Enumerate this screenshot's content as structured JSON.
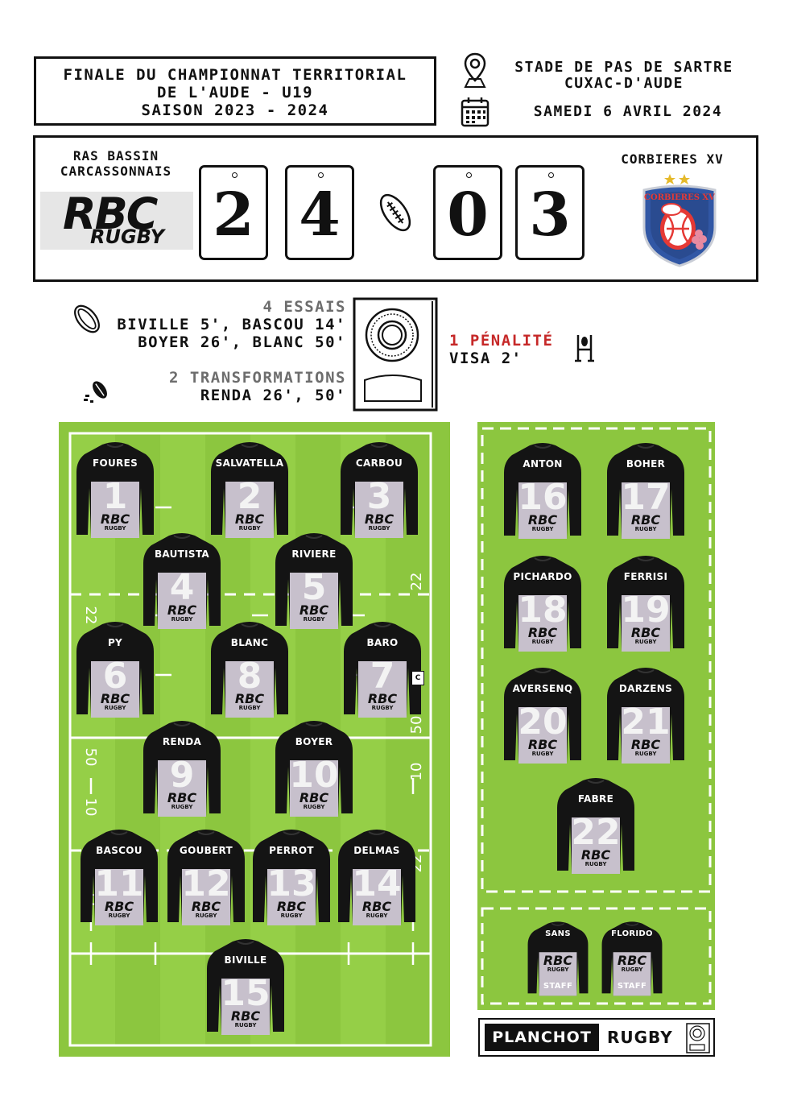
{
  "header": {
    "title_lines": [
      "FINALE DU CHAMPIONNAT TERRITORIAL",
      "DE L'AUDE - U19",
      "SAISON 2023 - 2024"
    ],
    "venue_lines": [
      "STADE DE PAS DE SARTRE",
      "CUXAC-D'AUDE"
    ],
    "date": "SAMEDI 6 AVRIL 2024",
    "icons": [
      "location-pin-icon",
      "calendar-icon"
    ]
  },
  "scoreboard": {
    "home": {
      "name_lines": [
        "RAS BASSIN",
        "CARCASSONNAIS"
      ],
      "logo_main": "RBC",
      "logo_sub": "RUGBY"
    },
    "home_digits": [
      "2",
      "4"
    ],
    "away": {
      "name": "CORBIERES XV",
      "logo_text": "CORBIERES XV"
    },
    "away_digits": [
      "0",
      "3"
    ],
    "divider_icon": "rugby-ball-icon"
  },
  "home_scoring": {
    "tries_label": "4 ESSAIS",
    "tries_lines": [
      "BIVILLE 5', BASCOU 14'",
      "BOYER 26', BLANC 50'"
    ],
    "conversions_label": "2 TRANSFORMATIONS",
    "conversions_lines": [
      "RENDA 26', 50'"
    ]
  },
  "away_scoring": {
    "penalties_label": "1 PÉNALITÉ",
    "penalties_lines": [
      "VISA 2'"
    ]
  },
  "field_markings": [
    "22",
    "22",
    "10",
    "50",
    "50",
    "10",
    "22",
    "22"
  ],
  "jersey_brand": {
    "main": "RBC",
    "sub": "RUGBY"
  },
  "starters": [
    {
      "name": "FOURES",
      "number": "1"
    },
    {
      "name": "SALVATELLA",
      "number": "2"
    },
    {
      "name": "CARBOU",
      "number": "3"
    },
    {
      "name": "BAUTISTA",
      "number": "4"
    },
    {
      "name": "RIVIERE",
      "number": "5"
    },
    {
      "name": "PY",
      "number": "6"
    },
    {
      "name": "BLANC",
      "number": "8"
    },
    {
      "name": "BARO",
      "number": "7",
      "captain_mark": "C"
    },
    {
      "name": "RENDA",
      "number": "9"
    },
    {
      "name": "BOYER",
      "number": "10"
    },
    {
      "name": "BASCOU",
      "number": "11"
    },
    {
      "name": "GOUBERT",
      "number": "12"
    },
    {
      "name": "PERROT",
      "number": "13"
    },
    {
      "name": "DELMAS",
      "number": "14"
    },
    {
      "name": "BIVILLE",
      "number": "15"
    }
  ],
  "substitutes": [
    {
      "name": "ANTON",
      "number": "16"
    },
    {
      "name": "BOHER",
      "number": "17"
    },
    {
      "name": "PICHARDO",
      "number": "18"
    },
    {
      "name": "FERRISI",
      "number": "19"
    },
    {
      "name": "AVERSENQ",
      "number": "20"
    },
    {
      "name": "DARZENS",
      "number": "21"
    },
    {
      "name": "FABRE",
      "number": "22"
    }
  ],
  "staff": [
    {
      "name": "SANS",
      "label": "STAFF"
    },
    {
      "name": "FLORIDO",
      "label": "STAFF"
    }
  ],
  "footer": {
    "brand_left": "PLANCHOT",
    "brand_right": "RUGBY"
  }
}
